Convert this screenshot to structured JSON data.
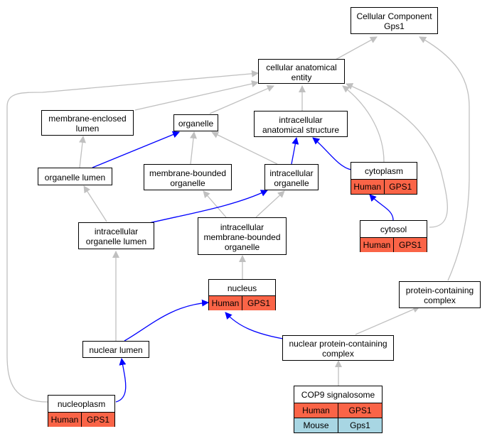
{
  "colors": {
    "is_a_edge": "#c0c0c0",
    "part_of_edge": "#0000ff",
    "human_cell": "#fa6447",
    "mouse_cell": "#a8d6e3"
  },
  "nodes": {
    "root": {
      "line1": "Cellular Component",
      "line2": "Gps1"
    },
    "cellular_anatomical_entity": {
      "line1": "cellular anatomical",
      "line2": "entity"
    },
    "membrane_enclosed_lumen": {
      "line1": "membrane-enclosed",
      "line2": "lumen"
    },
    "organelle": {
      "line1": "organelle"
    },
    "intracellular_anatomical_structure": {
      "line1": "intracellular",
      "line2": "anatomical structure"
    },
    "organelle_lumen": {
      "line1": "organelle lumen"
    },
    "membrane_bounded_organelle": {
      "line1": "membrane-bounded",
      "line2": "organelle"
    },
    "intracellular_organelle": {
      "line1": "intracellular",
      "line2": "organelle"
    },
    "cytoplasm": {
      "line1": "cytoplasm",
      "species": "Human",
      "gene": "GPS1"
    },
    "intracellular_organelle_lumen": {
      "line1": "intracellular",
      "line2": "organelle lumen"
    },
    "intracellular_membrane_bounded_organelle": {
      "line1": "intracellular",
      "line2": "membrane-bounded",
      "line3": "organelle"
    },
    "cytosol": {
      "line1": "cytosol",
      "species": "Human",
      "gene": "GPS1"
    },
    "nucleus": {
      "line1": "nucleus",
      "species": "Human",
      "gene": "GPS1"
    },
    "protein_containing_complex": {
      "line1": "protein-containing",
      "line2": "complex"
    },
    "nuclear_lumen": {
      "line1": "nuclear lumen"
    },
    "nuclear_protein_containing_complex": {
      "line1": "nuclear protein-containing",
      "line2": "complex"
    },
    "nucleoplasm": {
      "line1": "nucleoplasm",
      "species": "Human",
      "gene": "GPS1"
    },
    "cop9_signalosome": {
      "line1": "COP9 signalosome",
      "rows": [
        {
          "species": "Human",
          "gene": "GPS1"
        },
        {
          "species": "Mouse",
          "gene": "Gps1"
        }
      ]
    }
  }
}
